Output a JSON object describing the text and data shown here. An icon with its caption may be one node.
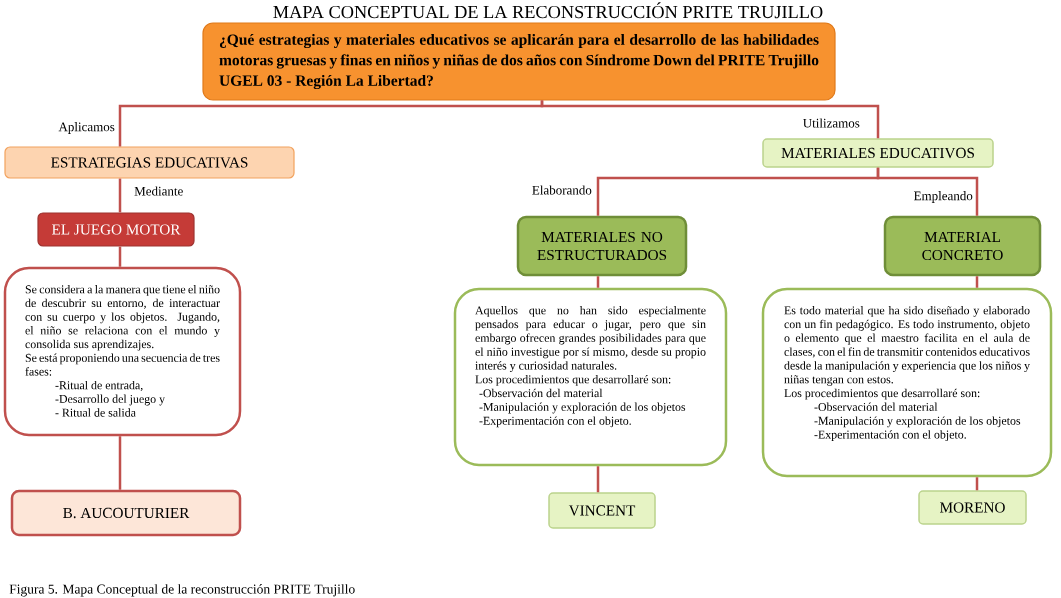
{
  "diagram": {
    "title": "MAPA CONCEPTUAL DE LA RECONSTRUCCIÓN PRITE TRUJILLO",
    "caption": "Figura 5. Mapa Conceptual de la reconstrucción PRITE Trujillo",
    "nodes": [
      {
        "text": [
          "¿Qué estrategias y materiales educativos se aplicarán para el desarrollo de las habilidades motoras gruesas y finas en niños y niñas de dos años con Síndrome Down del PRITE Trujillo UGEL 03 - Región La Libertad?"
        ]
      },
      {
        "text": [
          "ESTRATEGIAS EDUCATIVAS"
        ]
      },
      {
        "text": [
          "EL JUEGO MOTOR"
        ]
      },
      {
        "text": [
          "Se considera a la manera que tiene el niño de descubrir su entorno, de interactuar con su cuerpo y los objetos. Jugando, el niño se relaciona con el mundo y consolida sus aprendizajes.",
          "Se está proponiendo una secuencia de tres fases:",
          "-Ritual de entrada,",
          "-Desarrollo del juego y",
          "- Ritual de salida"
        ]
      },
      {
        "text": [
          "B. AUCOUTURIER"
        ]
      },
      {
        "text": [
          "MATERIALES EDUCATIVOS"
        ]
      },
      {
        "text": [
          "MATERIALES NO ESTRUCTURADOS"
        ]
      },
      {
        "text": [
          "Aquellos que no han sido especialmente pensados para educar o jugar, pero que sin embargo ofrecen grandes posibilidades para que el niño investigue por sí mismo, desde su propio interés y curiosidad naturales.",
          "Los procedimientos que desarrollaré son:",
          "-Observación del material",
          "-Manipulación y exploración de los objetos",
          "-Experimentación con el objeto."
        ]
      },
      {
        "text": [
          "VINCENT"
        ]
      },
      {
        "text": [
          "MATERIAL CONCRETO"
        ]
      },
      {
        "text": [
          "Es todo material que ha sido diseñado y elaborado con un fin pedagógico. Es todo instrumento, objeto o elemento que el maestro facilita en el aula de clases, con el fin de transmitir contenidos educativos desde la manipulación y experiencia que los niños y niñas tengan con estos.",
          "Los procedimientos que desarrollaré son:",
          "-Observación del material",
          "-Manipulación y exploración de los objetos",
          "-Experimentación con el objeto."
        ]
      },
      {
        "text": [
          "MORENO"
        ]
      }
    ],
    "edges": [
      {
        "from": 0,
        "to": 1,
        "arrow": "none",
        "label": "Aplicamos"
      },
      {
        "from": 0,
        "to": 5,
        "arrow": "none",
        "label": "Utilizamos"
      },
      {
        "from": 1,
        "to": 2,
        "arrow": "none",
        "label": "Mediante"
      },
      {
        "from": 2,
        "to": 3,
        "arrow": "none"
      },
      {
        "from": 3,
        "to": 4,
        "arrow": "none"
      },
      {
        "from": 5,
        "to": 6,
        "arrow": "none",
        "label": "Elaborando"
      },
      {
        "from": 5,
        "to": 9,
        "arrow": "none",
        "label": "Empleando"
      },
      {
        "from": 6,
        "to": 7,
        "arrow": "none"
      },
      {
        "from": 7,
        "to": 8,
        "arrow": "none"
      },
      {
        "from": 9,
        "to": 10,
        "arrow": "none"
      },
      {
        "from": 10,
        "to": 11,
        "arrow": "none"
      }
    ]
  }
}
